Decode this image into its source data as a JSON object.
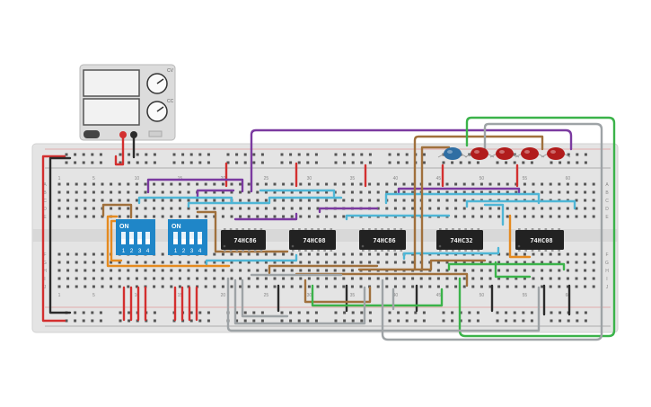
{
  "power_supply": {
    "knob_top_label": "CV",
    "knob_bottom_label": "CC",
    "plus_mark": "+",
    "minus_mark": "-"
  },
  "breadboard": {
    "column_numbers": [
      "1",
      "5",
      "10",
      "15",
      "20",
      "25",
      "30",
      "35",
      "40",
      "45",
      "50",
      "55",
      "60"
    ],
    "row_letters_top": [
      "A",
      "B",
      "C",
      "D",
      "E"
    ],
    "row_letters_bottom": [
      "F",
      "G",
      "H",
      "I",
      "J"
    ]
  },
  "dip_switches": [
    {
      "on_label": "ON",
      "positions": [
        "1",
        "2",
        "3",
        "4"
      ]
    },
    {
      "on_label": "ON",
      "positions": [
        "1",
        "2",
        "3",
        "4"
      ]
    }
  ],
  "chips": [
    {
      "label": "74HC86"
    },
    {
      "label": "74HC08"
    },
    {
      "label": "74HC86"
    },
    {
      "label": "74HC32"
    },
    {
      "label": "74HC08"
    }
  ],
  "leds": [
    {
      "color": "#2f6ea3"
    },
    {
      "color": "#b11c1c"
    },
    {
      "color": "#b11c1c"
    },
    {
      "color": "#b11c1c"
    },
    {
      "color": "#b11c1c"
    }
  ],
  "colors": {
    "board": "#e4e4e4",
    "wire_red": "#d32f2f",
    "wire_black": "#2b2b2b",
    "wire_purple": "#7b3aa0",
    "wire_cyan": "#4fb6d6",
    "wire_orange": "#e58a1f",
    "wire_brown": "#a0703c",
    "wire_green": "#3bb34a",
    "wire_gray": "#9ea3a6",
    "chip": "#222222",
    "dip": "#1f86c8"
  }
}
